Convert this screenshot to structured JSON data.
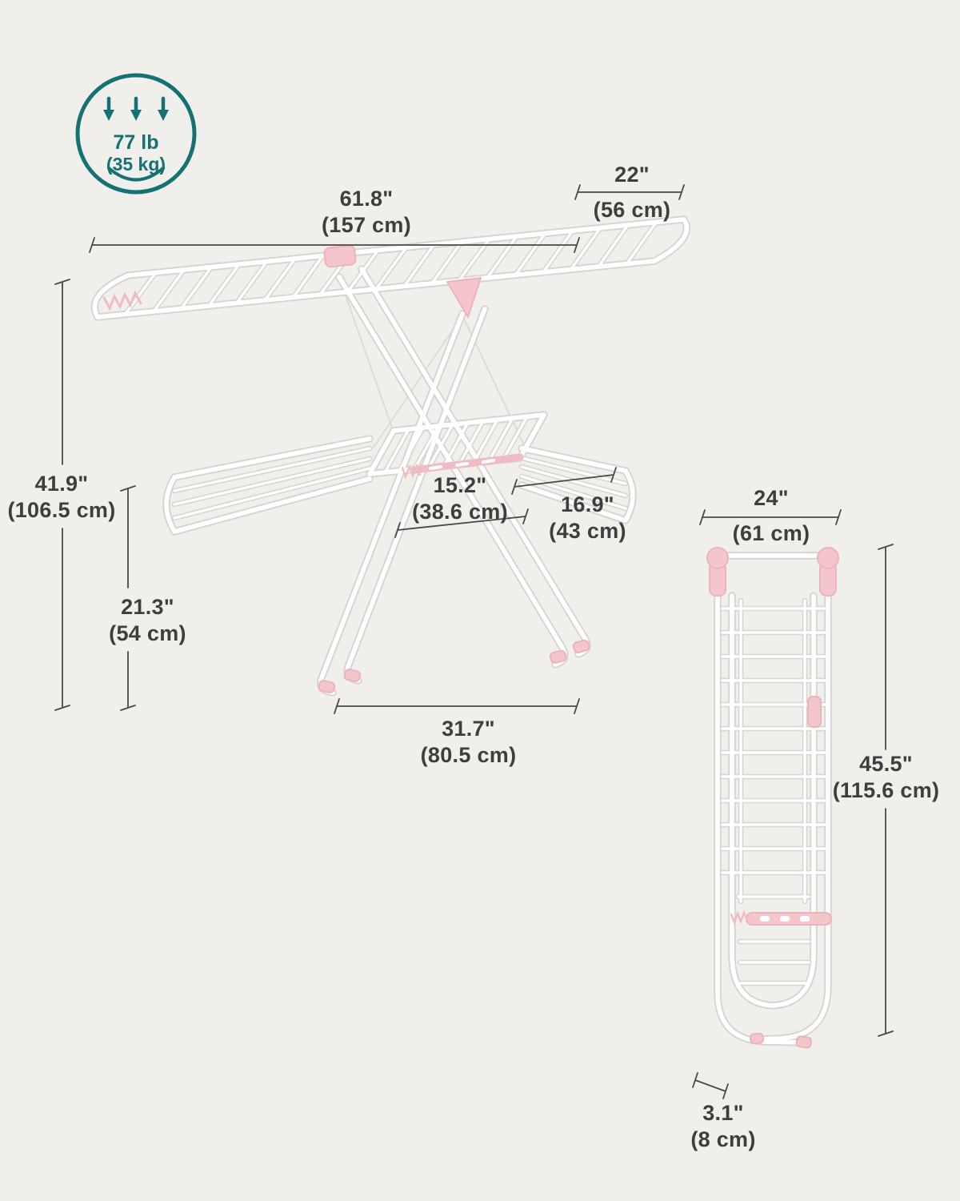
{
  "badge": {
    "icon": "down-arrows-icon",
    "load_lb": "77 lb",
    "load_kg": "(35 kg)"
  },
  "colors": {
    "background": "#f1efec",
    "teal": "#157273",
    "accent_pink": "#f4c6cb",
    "pink_edge": "#eab4bc",
    "tube_white": "#ffffff",
    "tube_outline": "#d8d4d0",
    "dimension_line": "#4a4846",
    "label_text": "#3f3e3c"
  },
  "dimensions": {
    "open": {
      "top_length": {
        "in": "61.8\"",
        "cm": "(157 cm)"
      },
      "wing_length": {
        "in": "22\"",
        "cm": "(56 cm)"
      },
      "total_height": {
        "in": "41.9\"",
        "cm": "(106.5 cm)"
      },
      "leg_height": {
        "in": "21.3\"",
        "cm": "(54 cm)"
      },
      "middle_shelf": {
        "in": "15.2\"",
        "cm": "(38.6 cm)"
      },
      "side_wing": {
        "in": "16.9\"",
        "cm": "(43 cm)"
      },
      "base_width": {
        "in": "31.7\"",
        "cm": "(80.5 cm)"
      }
    },
    "folded": {
      "width": {
        "in": "24\"",
        "cm": "(61 cm)"
      },
      "height": {
        "in": "45.5\"",
        "cm": "(115.6 cm)"
      },
      "depth": {
        "in": "3.1\"",
        "cm": "(8 cm)"
      }
    }
  }
}
